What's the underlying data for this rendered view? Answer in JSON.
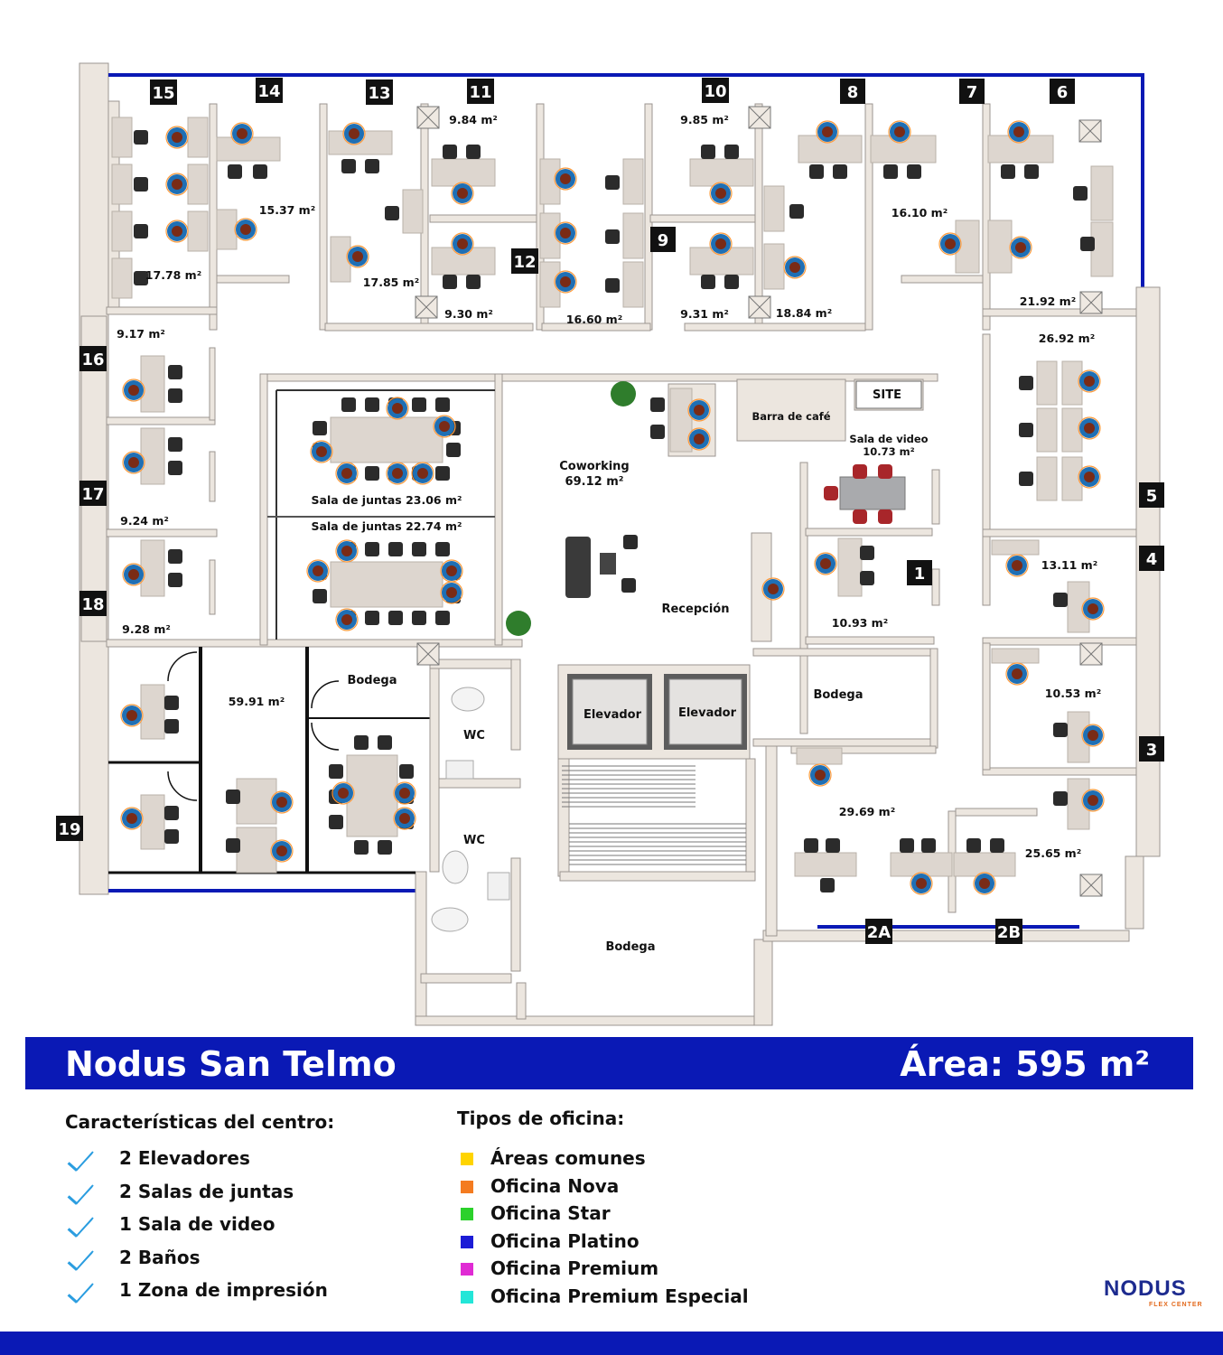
{
  "plan": {
    "office_numbers": [
      "15",
      "14",
      "13",
      "11",
      "10",
      "8",
      "7",
      "6",
      "16",
      "17",
      "18",
      "19",
      "12",
      "9",
      "1",
      "5",
      "4",
      "3",
      "2A",
      "2B"
    ],
    "room_areas": [
      "17.78 m²",
      "15.37 m²",
      "17.85 m²",
      "9.84 m²",
      "9.30 m²",
      "16.60 m²",
      "9.85 m²",
      "9.31 m²",
      "18.84 m²",
      "16.10 m²",
      "21.92 m²",
      "9.17 m²",
      "9.24 m²",
      "9.28 m²",
      "26.92 m²",
      "13.11 m²",
      "10.53 m²",
      "10.93 m²",
      "29.69 m²",
      "25.65 m²",
      "59.91 m²"
    ],
    "zones": {
      "sala_juntas_1": "Sala de juntas 23.06 m²",
      "sala_juntas_2": "Sala de juntas 22.74 m²",
      "coworking": "Coworking",
      "coworking_area": "69.12 m²",
      "barra_cafe": "Barra de café",
      "site": "SITE",
      "sala_video": "Sala de video",
      "sala_video_area": "10.73 m²",
      "recepcion": "Recepción",
      "bodega_left": "Bodega",
      "bodega_right": "Bodega",
      "bodega_bottom": "Bodega",
      "elevador_1": "Elevador",
      "elevador_2": "Elevador",
      "wc_1": "WC",
      "wc_2": "WC"
    }
  },
  "footer": {
    "title": "Nodus San Telmo",
    "area": "Área: 595 m²",
    "features_title": "Características del centro:",
    "features": [
      "2 Elevadores",
      "2 Salas de juntas",
      "1 Sala de video",
      "2 Baños",
      "1 Zona de impresión"
    ],
    "types_title": "Tipos de oficina:",
    "types": [
      {
        "label": "Áreas comunes",
        "color": "#ffd400"
      },
      {
        "label": "Oficina Nova",
        "color": "#f47b20"
      },
      {
        "label": "Oficina Star",
        "color": "#2bd12b"
      },
      {
        "label": "Oficina Platino",
        "color": "#1c1cd6"
      },
      {
        "label": "Oficina Premium",
        "color": "#e02bd4"
      },
      {
        "label": "Oficina Premium Especial",
        "color": "#23e6d8"
      }
    ],
    "logo": "NODUS",
    "logo_sub": "FLEX CENTER"
  },
  "colors": {
    "brand_blue": "#0a19b5",
    "wall": "#ece6df",
    "wall_edge": "#9b9590",
    "check": "#2a9de0"
  }
}
